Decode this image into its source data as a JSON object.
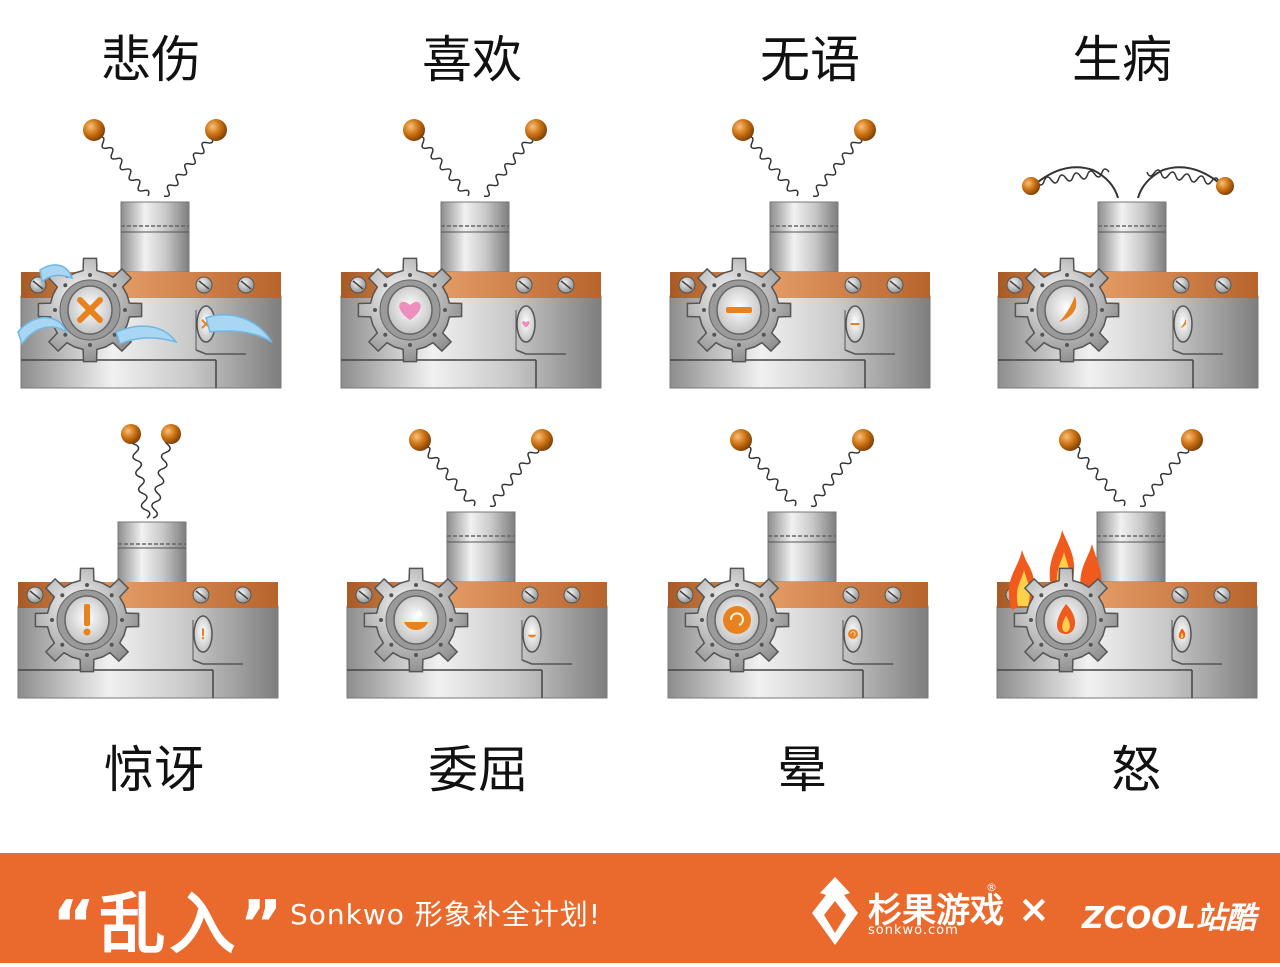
{
  "emotions": [
    {
      "label": "悲伤",
      "eye": "x"
    },
    {
      "label": "喜欢",
      "eye": "heart"
    },
    {
      "label": "无语",
      "eye": "dash"
    },
    {
      "label": "生病",
      "eye": "sick"
    },
    {
      "label": "惊讶",
      "eye": "exclaim"
    },
    {
      "label": "委屈",
      "eye": "aggrieved"
    },
    {
      "label": "晕",
      "eye": "dizzy"
    },
    {
      "label": "怒",
      "eye": "flame"
    }
  ],
  "footer": {
    "title": "“乱入”",
    "subtitle": "Sonkwo 形象补全计划!",
    "brand_name": "杉果游戏",
    "brand_domain": "sonkwo.com",
    "brand_mark": "®",
    "separator": "×",
    "partner": "ZCOOL站酷"
  },
  "colors": {
    "footer_bg": "#ea6a2e",
    "copper": "#c8773a",
    "ball": "#c8680f",
    "metal_light": "#e8e8e8",
    "metal_dark": "#8d8d8d",
    "tear": "#a9d6f2"
  }
}
